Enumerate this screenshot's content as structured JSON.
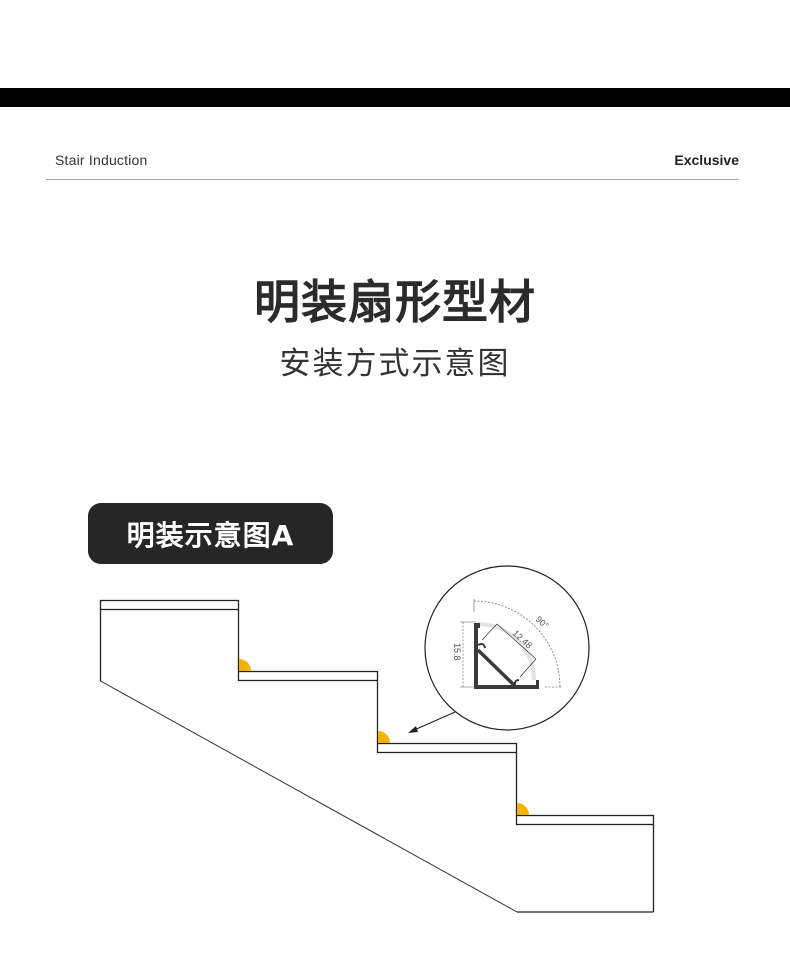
{
  "header": {
    "left_text": "Stair Induction",
    "right_text": "Exclusive"
  },
  "title": {
    "main": "明装扇形型材",
    "sub": "安装方式示意图"
  },
  "section_label": "明装示意图A",
  "detail": {
    "angle_label": "90°",
    "diagonal_label": "12.48",
    "height_label": "15.8"
  },
  "colors": {
    "bar": "#000000",
    "light_indicator": "#f2b200",
    "pill_bg": "#262626",
    "line": "#222222"
  }
}
